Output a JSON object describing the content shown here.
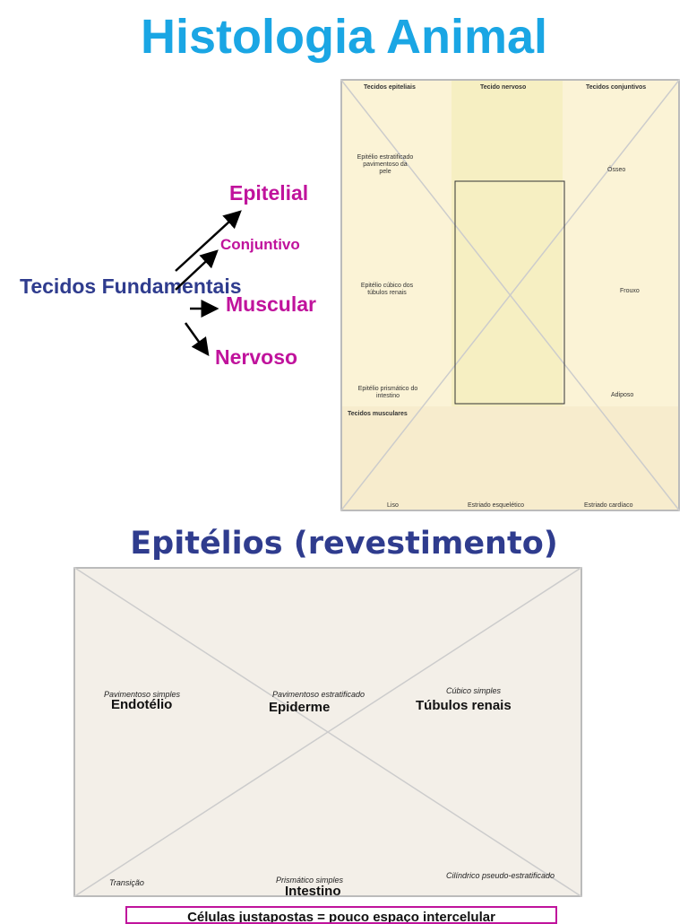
{
  "title": "Histologia Animal",
  "diagram": {
    "root": "Tecidos Fundamentais",
    "branches": [
      "Epitelial",
      "Conjuntivo",
      "Muscular",
      "Nervoso"
    ]
  },
  "figure1": {
    "sections": {
      "epithelial": "Tecidos epiteliais",
      "nervous": "Tecido nervoso",
      "connective": "Tecidos conjuntivos",
      "muscular": "Tecidos musculares"
    },
    "labels": {
      "epi1": "Epitélio estratificado pavimentoso da pele",
      "epi2": "Epitélio cúbico dos túbulos renais",
      "epi3": "Epitélio prismático do intestino",
      "osseo": "Ósseo",
      "frouxo": "Frouxo",
      "adiposo": "Adiposo",
      "liso": "Liso",
      "esq": "Estriado esquelético",
      "card": "Estriado cardíaco"
    }
  },
  "subtitle": "Epitélios (revestimento)",
  "figure2": {
    "captions": [
      "Pavimentoso simples",
      "Pavimentoso estratificado",
      "Cúbico simples",
      "Transição",
      "Prismático simples",
      "Cilíndrico pseudo-estratificado"
    ],
    "tissues": [
      "Endotélio",
      "Epiderme",
      "Túbulos renais",
      "Intestino"
    ]
  },
  "note": "Células justapostas = pouco espaço intercelular",
  "colors": {
    "title": "#1aa6e4",
    "navy": "#2f3c8e",
    "magenta": "#c0139c"
  }
}
